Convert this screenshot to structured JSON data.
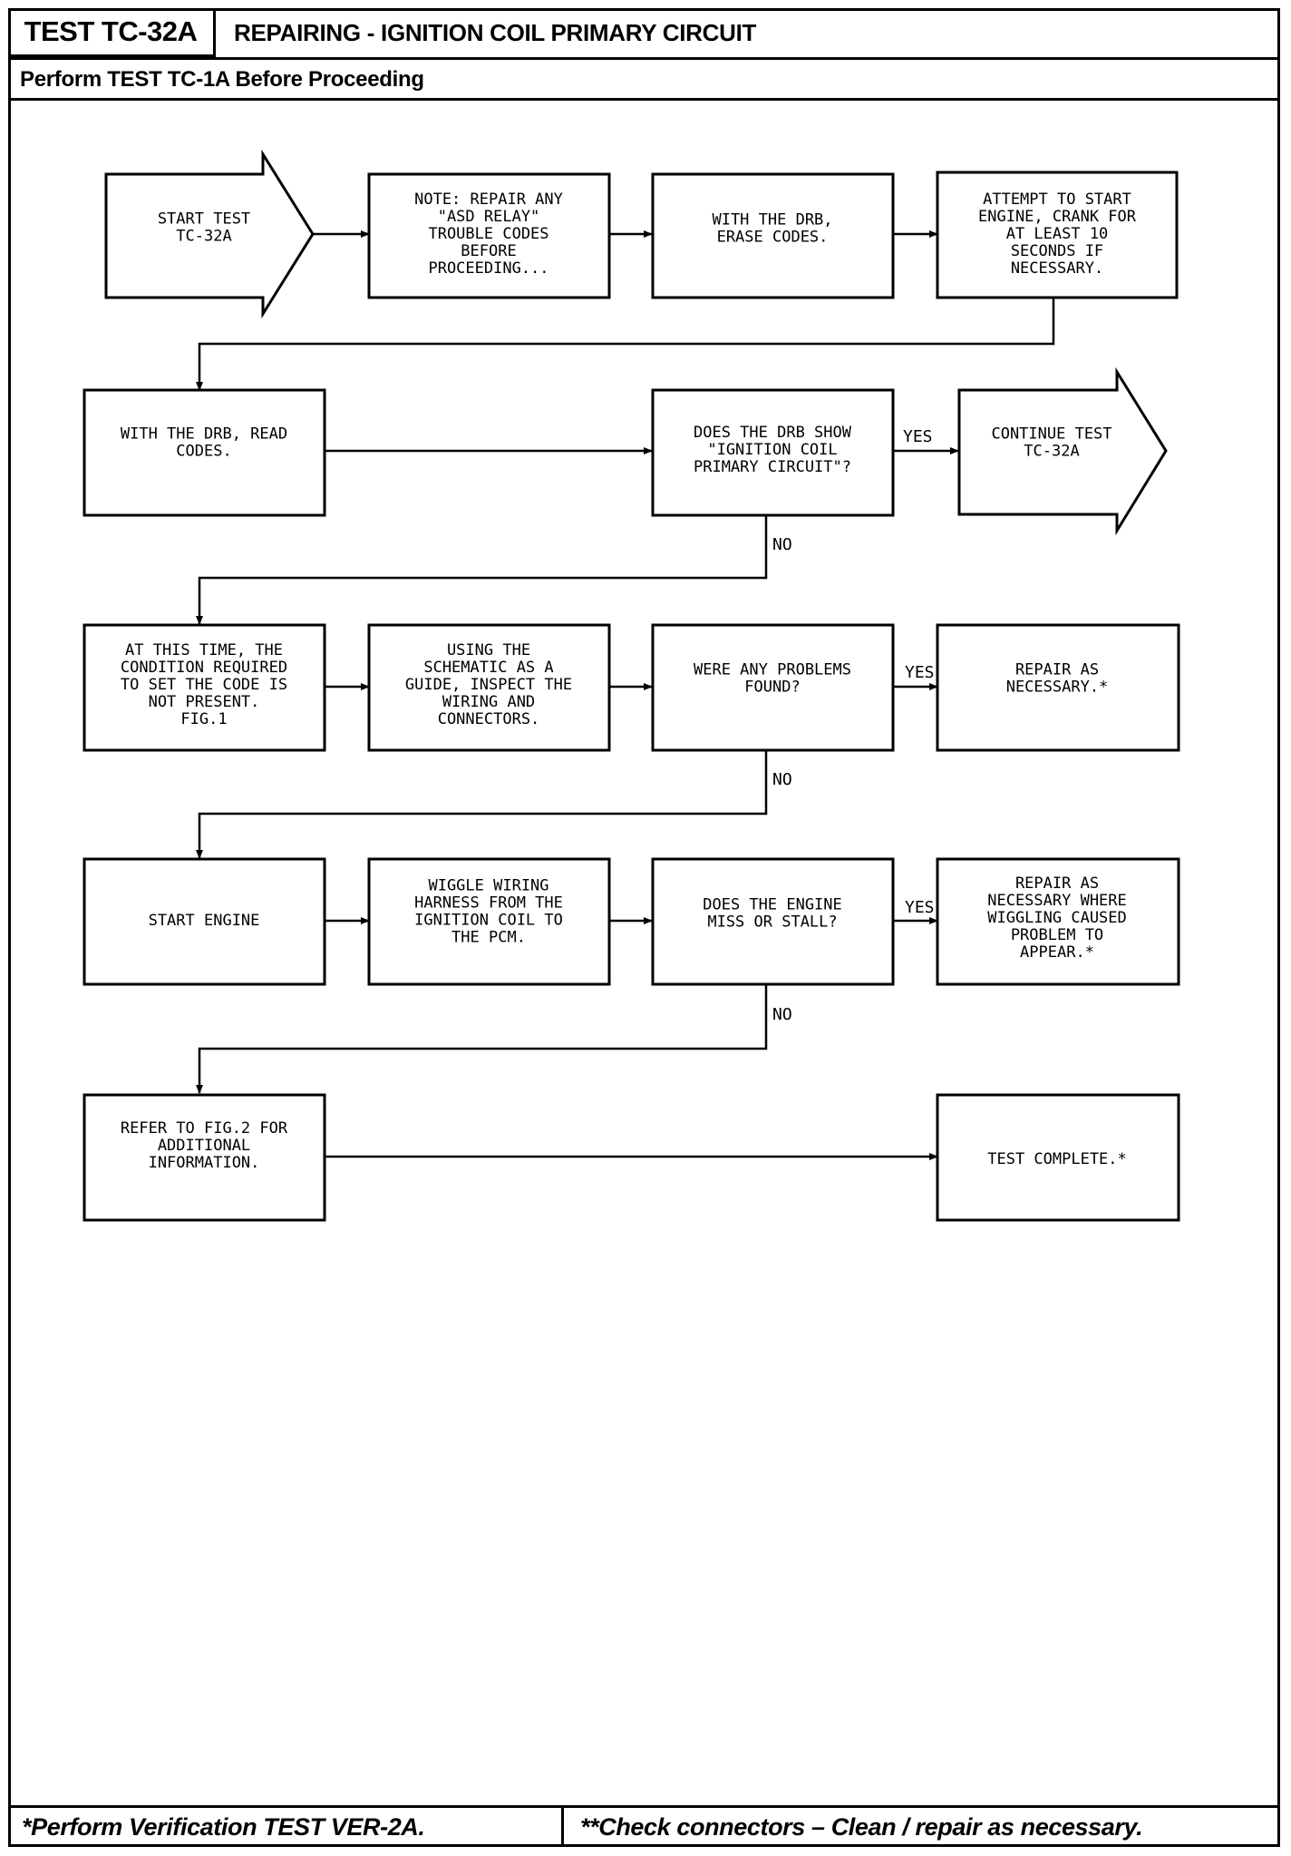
{
  "header": {
    "test_id": "TEST TC-32A",
    "title": "REPAIRING - IGNITION COIL PRIMARY CIRCUIT",
    "subtitle": "Perform TEST TC-1A Before Proceeding"
  },
  "nodes": {
    "start": [
      "START TEST",
      "TC-32A"
    ],
    "note": [
      "NOTE: REPAIR ANY",
      "\"ASD RELAY\"",
      "TROUBLE CODES",
      "BEFORE",
      "PROCEEDING..."
    ],
    "erase": [
      "WITH THE DRB,",
      "ERASE CODES."
    ],
    "attempt": [
      "ATTEMPT TO START",
      "ENGINE, CRANK FOR",
      "AT LEAST 10",
      "SECONDS IF",
      "NECESSARY."
    ],
    "read": [
      "WITH THE DRB, READ",
      "CODES."
    ],
    "q_show": [
      "DOES THE DRB SHOW",
      "\"IGNITION COIL",
      "PRIMARY CIRCUIT\"?"
    ],
    "continue": [
      "CONTINUE TEST",
      "TC-32A"
    ],
    "condition": [
      "AT THIS TIME, THE",
      "CONDITION REQUIRED",
      "TO SET THE CODE IS",
      "NOT PRESENT.",
      "FIG.1"
    ],
    "inspect": [
      "USING THE",
      "SCHEMATIC AS A",
      "GUIDE, INSPECT THE",
      "WIRING AND",
      "CONNECTORS."
    ],
    "q_problems": [
      "WERE ANY PROBLEMS",
      "FOUND?"
    ],
    "repair1": [
      "REPAIR AS",
      "NECESSARY.*"
    ],
    "start_engine": [
      "START ENGINE"
    ],
    "wiggle": [
      "WIGGLE WIRING",
      "HARNESS FROM THE",
      "IGNITION COIL TO",
      "THE PCM."
    ],
    "q_miss": [
      "DOES THE ENGINE",
      "MISS OR STALL?"
    ],
    "repair2": [
      "REPAIR AS",
      "NECESSARY WHERE",
      "WIGGLING CAUSED",
      "PROBLEM TO",
      "APPEAR.*"
    ],
    "refer": [
      "REFER TO FIG.2 FOR",
      "ADDITIONAL",
      "INFORMATION."
    ],
    "complete": [
      "TEST COMPLETE.*"
    ]
  },
  "labels": {
    "yes": "YES",
    "no": "NO"
  },
  "footer": {
    "left": "*Perform Verification TEST VER-2A.",
    "right": "**Check connectors – Clean / repair as necessary."
  }
}
